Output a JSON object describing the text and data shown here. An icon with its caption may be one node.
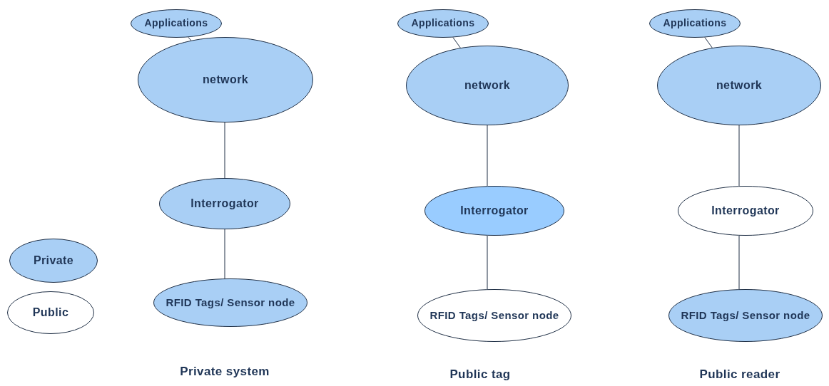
{
  "diagram": {
    "nodes": [
      {
        "text": [
          "Applications"
        ]
      },
      {
        "text": [
          "network"
        ]
      },
      {
        "text": [
          "Interrogator"
        ]
      },
      {
        "text": [
          "RFID Tags/ Sensor node"
        ]
      },
      {
        "text": [
          "Applications"
        ]
      },
      {
        "text": [
          "network"
        ]
      },
      {
        "text": [
          "Interrogator"
        ]
      },
      {
        "text": [
          "RFID Tags/ Sensor node"
        ]
      },
      {
        "text": [
          "Applications"
        ]
      },
      {
        "text": [
          "network"
        ]
      },
      {
        "text": [
          "Interrogator"
        ]
      },
      {
        "text": [
          "RFID Tags/ Sensor node"
        ]
      }
    ],
    "edges": [
      {
        "from": 0,
        "to": 1,
        "arrow": "none"
      },
      {
        "from": 1,
        "to": 2,
        "arrow": "none"
      },
      {
        "from": 2,
        "to": 3,
        "arrow": "none"
      },
      {
        "from": 4,
        "to": 5,
        "arrow": "none"
      },
      {
        "from": 5,
        "to": 6,
        "arrow": "none"
      },
      {
        "from": 6,
        "to": 7,
        "arrow": "none"
      },
      {
        "from": 8,
        "to": 9,
        "arrow": "none"
      },
      {
        "from": 9,
        "to": 10,
        "arrow": "none"
      },
      {
        "from": 10,
        "to": 11,
        "arrow": "none"
      }
    ],
    "labels": [
      "Private system",
      "Public tag",
      "Public reader"
    ],
    "legend": [
      {
        "text": "Private",
        "color": "#a9cff5"
      },
      {
        "text": "Public",
        "color": "#ffffff"
      }
    ]
  }
}
